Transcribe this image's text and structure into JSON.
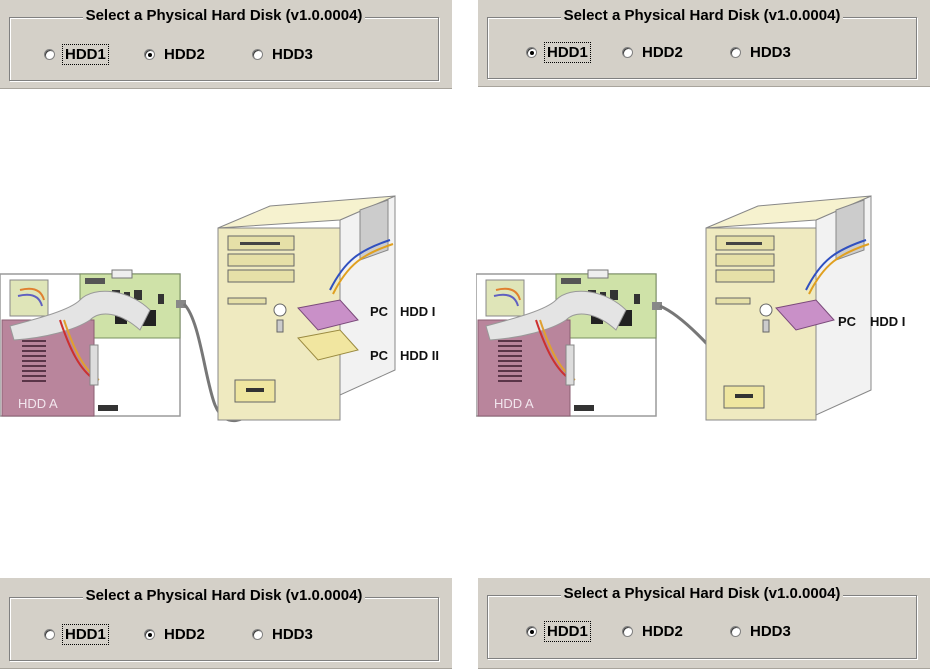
{
  "panels": [
    {
      "title": "Select a Physical Hard Disk (v1.0.0004)",
      "options": [
        "HDD1",
        "HDD2",
        "HDD3"
      ],
      "selected": "HDD2",
      "focused": "HDD1"
    },
    {
      "title": "Select a Physical Hard Disk (v1.0.0004)",
      "options": [
        "HDD1",
        "HDD2",
        "HDD3"
      ],
      "selected": "HDD1",
      "focused": "HDD1"
    },
    {
      "title": "Select a Physical Hard Disk (v1.0.0004)",
      "options": [
        "HDD1",
        "HDD2",
        "HDD3"
      ],
      "selected": "HDD2",
      "focused": "HDD1"
    },
    {
      "title": "Select a Physical Hard Disk (v1.0.0004)",
      "options": [
        "HDD1",
        "HDD2",
        "HDD3"
      ],
      "selected": "HDD1",
      "focused": "HDD1"
    }
  ],
  "diagrams": [
    {
      "box_label": "HDD A",
      "labels": [
        {
          "pc": "PC",
          "drive": "HDD I"
        },
        {
          "pc": "PC",
          "drive": "HDD II"
        }
      ]
    },
    {
      "box_label": "HDD A",
      "labels": [
        {
          "pc": "PC",
          "drive": "HDD I"
        }
      ]
    }
  ],
  "colors": {
    "window_bg": "#d4d0c8",
    "pc_case": "#efeac0",
    "hdd_box": "#b9859c",
    "board": "#cfe2a8",
    "cable": "#d8d8d8"
  }
}
